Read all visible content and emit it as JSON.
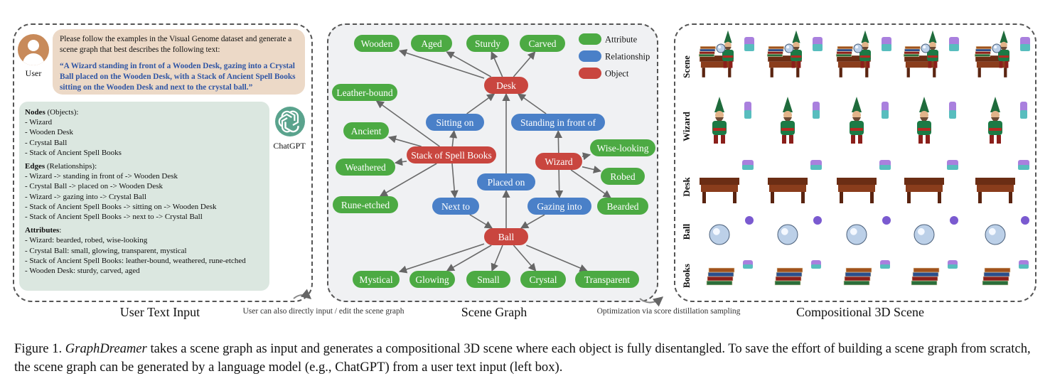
{
  "left_panel": {
    "user_label": "User",
    "prompt_text": "Please follow the examples in the Visual Genome dataset and generate a scene graph that best describes the following text:",
    "prompt_quote": "“A Wizard standing in front of a Wooden Desk, gazing into a Crystal Ball placed on the Wooden Desk, with a Stack of Ancient Spell Books sitting on the Wooden Desk and next to the crystal ball.”",
    "assistant_label": "ChatGPT",
    "nodes_title": "Nodes",
    "nodes_suffix": " (Objects):",
    "nodes": [
      "- Wizard",
      "- Wooden Desk",
      "- Crystal Ball",
      "- Stack of Ancient Spell Books"
    ],
    "edges_title": "Edges",
    "edges_suffix": " (Relationships):",
    "edges": [
      "- Wizard -> standing in front of -> Wooden Desk",
      "- Crystal Ball -> placed on -> Wooden Desk",
      "- Wizard -> gazing into -> Crystal Ball",
      "- Stack of Ancient Spell Books -> sitting on -> Wooden Desk",
      "- Stack of Ancient Spell Books -> next to -> Crystal Ball"
    ],
    "attributes_title": "Attributes",
    "attributes_suffix": ":",
    "attributes": [
      "- Wizard: bearded, robed, wise-looking",
      "- Crystal Ball: small, glowing, transparent, mystical",
      "- Stack of Ancient Spell Books: leather-bound, weathered, rune-etched",
      "- Wooden Desk: sturdy, carved, aged"
    ],
    "panel_label": "User Text Input"
  },
  "arrow_labels": {
    "left": "User can also directly input / edit the scene graph",
    "right": "Optimization via score distillation sampling"
  },
  "scene_graph": {
    "panel_label": "Scene Graph",
    "legend": [
      {
        "label": "Attribute",
        "color": "#4caa43"
      },
      {
        "label": "Relationship",
        "color": "#4a80c8"
      },
      {
        "label": "Object",
        "color": "#c9463f"
      }
    ],
    "nodes": {
      "wooden": {
        "label": "Wooden",
        "kind": "attribute"
      },
      "aged": {
        "label": "Aged",
        "kind": "attribute"
      },
      "sturdy": {
        "label": "Sturdy",
        "kind": "attribute"
      },
      "carved": {
        "label": "Carved",
        "kind": "attribute"
      },
      "desk": {
        "label": "Desk",
        "kind": "object"
      },
      "leather": {
        "label": "Leather-bound",
        "kind": "attribute"
      },
      "ancient": {
        "label": "Ancient",
        "kind": "attribute"
      },
      "weathered": {
        "label": "Weathered",
        "kind": "attribute"
      },
      "rune": {
        "label": "Rune-etched",
        "kind": "attribute"
      },
      "sitting": {
        "label": "Sitting on",
        "kind": "relationship"
      },
      "standing": {
        "label": "Standing in front of",
        "kind": "relationship"
      },
      "books": {
        "label": "Stack of Spell Books",
        "kind": "object"
      },
      "wizard": {
        "label": "Wizard",
        "kind": "object"
      },
      "wise": {
        "label": "Wise-looking",
        "kind": "attribute"
      },
      "robed": {
        "label": "Robed",
        "kind": "attribute"
      },
      "bearded": {
        "label": "Bearded",
        "kind": "attribute"
      },
      "placed": {
        "label": "Placed on",
        "kind": "relationship"
      },
      "nextto": {
        "label": "Next to",
        "kind": "relationship"
      },
      "gazing": {
        "label": "Gazing into",
        "kind": "relationship"
      },
      "ball": {
        "label": "Ball",
        "kind": "object"
      },
      "mystical": {
        "label": "Mystical",
        "kind": "attribute"
      },
      "glowing": {
        "label": "Glowing",
        "kind": "attribute"
      },
      "small": {
        "label": "Small",
        "kind": "attribute"
      },
      "crystal": {
        "label": "Crystal",
        "kind": "attribute"
      },
      "transparent": {
        "label": "Transparent",
        "kind": "attribute"
      }
    }
  },
  "scene_panel": {
    "panel_label": "Compositional 3D Scene",
    "rows": [
      "Scene",
      "Wizard",
      "Desk",
      "Ball",
      "Books"
    ]
  },
  "figure_caption": {
    "prefix": "Figure 1.  ",
    "italic": "GraphDreamer",
    "text": " takes a scene graph as input and generates a compositional 3D scene where each object is fully disentangled. To save the effort of building a scene graph from scratch, the scene graph can be generated by a language model (e.g., ChatGPT) from a user text input (left box)."
  },
  "colors": {
    "attribute": "#4caa43",
    "relationship": "#4a80c8",
    "object": "#c9463f"
  }
}
